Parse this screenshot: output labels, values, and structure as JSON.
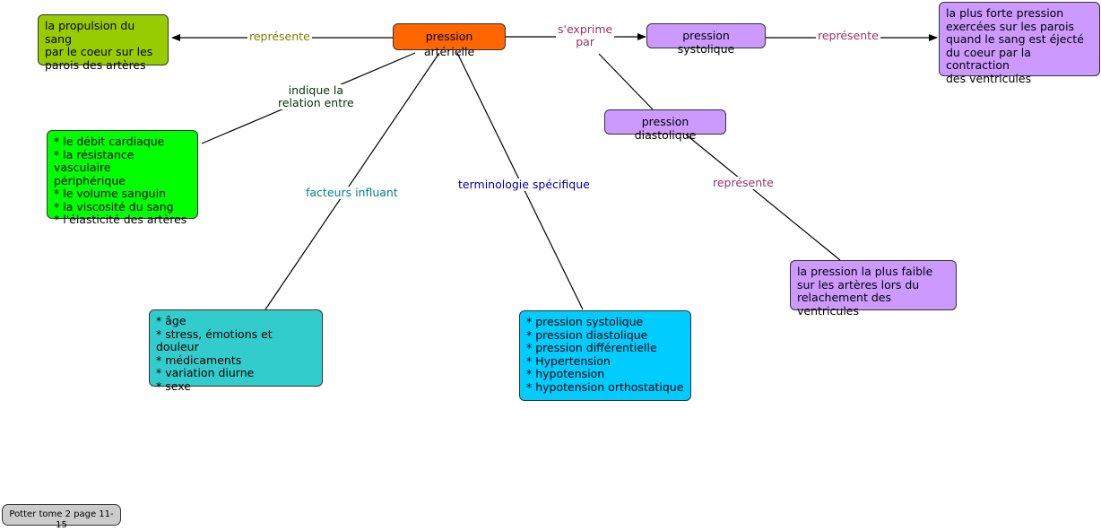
{
  "colors": {
    "orange": "#FF6600",
    "olive": "#99CC00",
    "green": "#00FF00",
    "teal": "#33CCCC",
    "cyan": "#00CCFF",
    "lavender": "#CC99FF",
    "gray": "#CCCCCC",
    "label_olive": "#808000",
    "label_dark_green": "#003300",
    "label_teal": "#008080",
    "label_navy": "#000099",
    "label_purple": "#993366"
  },
  "nodes": {
    "pression_arterielle": "pression artérielle",
    "propulsion": "la propulsion du sang\npar le coeur sur les\nparois des artères",
    "pression_systolique": "pression systolique",
    "forte_pression": "la plus forte pression\nexercées sur les parois\nquand le sang est éjecté\ndu coeur par la contraction\n des ventricules",
    "pression_diastolique": "pression diastolique",
    "faible_pression": "la pression la plus faible\nsur les artères lors du\nrelachement des ventricules",
    "facteurs_relation": "*  le débit cardiaque\n*  la résistance vasculaire\n    périphérique\n*  le volume sanguin\n*  la viscosité du sang\n*  l'élasticité des artères",
    "facteurs_influant": "*  âge\n*  stress, émotions et douleur\n*  médicaments\n*  variation diurne\n*  sexe",
    "terminologie": "*  pression systolique\n*  pression diastolique\n*  pression différentielle\n*  Hypertension\n*  hypotension\n*  hypotension orthostatique",
    "source": "Potter tome 2 page 11-15"
  },
  "links": {
    "represente_1": "représente",
    "s_exprime_par": "s'exprime\npar",
    "represente_2": "représente",
    "represente_3": "représente",
    "indique_relation": "indique la\nrelation entre",
    "facteurs_influant": "facteurs influant",
    "terminologie": "terminologie spécifique"
  }
}
